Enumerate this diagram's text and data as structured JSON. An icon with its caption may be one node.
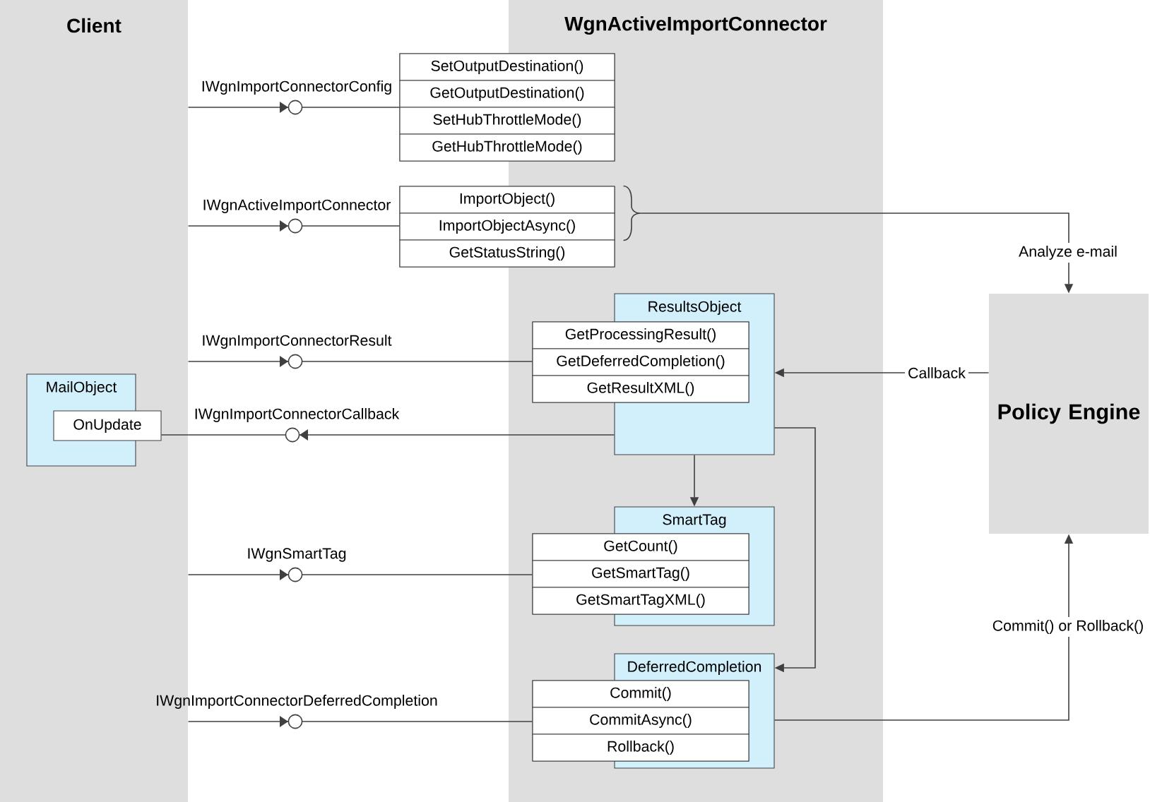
{
  "diagram": {
    "nodes": [
      {
        "text": [
          "Client"
        ]
      },
      {
        "text": [
          "WgnActiveImportConnector"
        ]
      },
      {
        "text": [],
        "shape": "box"
      },
      {
        "text": [
          "SetOutputDestination()"
        ],
        "in": 2
      },
      {
        "text": [
          "GetOutputDestination()"
        ],
        "in": 2
      },
      {
        "text": [
          "SetHubThrottleMode()"
        ],
        "in": 2
      },
      {
        "text": [
          "GetHubThrottleMode()"
        ],
        "in": 2
      },
      {
        "text": [],
        "shape": "box"
      },
      {
        "text": [
          "ImportObject()"
        ],
        "in": 7
      },
      {
        "text": [
          "ImportObjectAsync()"
        ],
        "in": 7
      },
      {
        "text": [
          "GetStatusString()"
        ],
        "in": 7
      },
      {
        "text": [
          "MailObject"
        ],
        "in": 0
      },
      {
        "text": [
          "OnUpdate"
        ],
        "in": 0
      },
      {
        "text": [
          "ResultsObject"
        ],
        "in": 1
      },
      {
        "text": [],
        "shape": "box",
        "in": 1
      },
      {
        "text": [
          "GetProcessingResult()"
        ],
        "in": 14
      },
      {
        "text": [
          "GetDeferredCompletion()"
        ],
        "in": 14
      },
      {
        "text": [
          "GetResultXML()"
        ],
        "in": 14
      },
      {
        "text": [
          "Policy Engine"
        ]
      },
      {
        "text": [
          "SmartTag"
        ],
        "in": 1
      },
      {
        "text": [],
        "shape": "box",
        "in": 1
      },
      {
        "text": [
          "GetCount()"
        ],
        "in": 20
      },
      {
        "text": [
          "GetSmartTag()"
        ],
        "in": 20
      },
      {
        "text": [
          "GetSmartTagXML()"
        ],
        "in": 20
      },
      {
        "text": [
          "DeferredCompletion"
        ],
        "in": 1
      },
      {
        "text": [],
        "shape": "box",
        "in": 1
      },
      {
        "text": [
          "Commit()"
        ],
        "in": 25
      },
      {
        "text": [
          "CommitAsync()"
        ],
        "in": 25
      },
      {
        "text": [
          "Rollback()"
        ],
        "in": 25
      }
    ],
    "edges": [
      {
        "from": 0,
        "to": 2,
        "arrow": "to",
        "label": "IWgnImportConnectorConfig"
      },
      {
        "from": 0,
        "to": 7,
        "arrow": "to",
        "label": "IWgnActiveImportConnector"
      },
      {
        "from": 8,
        "to": 18,
        "arrow": "to",
        "label": "Analyze e-mail"
      },
      {
        "from": 9,
        "to": 18,
        "arrow": "to"
      },
      {
        "from": 0,
        "to": 14,
        "arrow": "to",
        "label": "IWgnImportConnectorResult"
      },
      {
        "from": 13,
        "to": 12,
        "arrow": "to",
        "label": "IWgnImportConnectorCallback"
      },
      {
        "from": 18,
        "to": 13,
        "arrow": "to",
        "label": "Callback"
      },
      {
        "from": 13,
        "to": 19,
        "arrow": "to"
      },
      {
        "from": 13,
        "to": 24,
        "arrow": "to"
      },
      {
        "from": 0,
        "to": 20,
        "arrow": "to",
        "label": "IWgnSmartTag"
      },
      {
        "from": 0,
        "to": 25,
        "arrow": "to",
        "label": "IWgnImportConnectorDeferredCompletion"
      },
      {
        "from": 24,
        "to": 18,
        "arrow": "to",
        "label": "Commit() or Rollback()"
      }
    ]
  }
}
